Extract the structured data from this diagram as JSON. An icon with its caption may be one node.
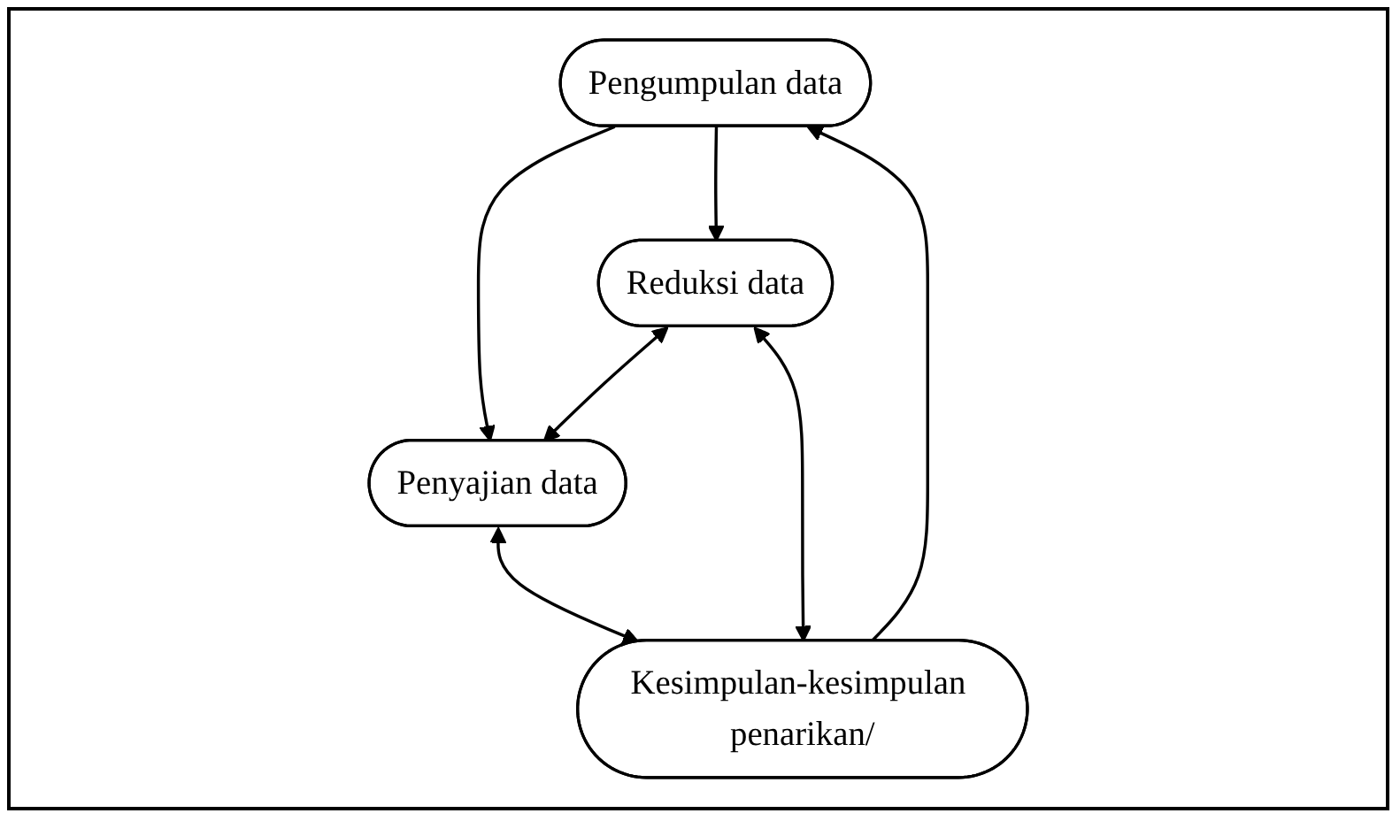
{
  "diagram": {
    "nodes": [
      {
        "text": [
          "Pengumpulan data"
        ]
      },
      {
        "text": [
          "Penyajian data"
        ]
      },
      {
        "text": [
          "Reduksi data"
        ]
      },
      {
        "text": [
          "Kesimpulan-kesimpulan penarikan/"
        ]
      }
    ],
    "edges": [
      {
        "from": 0,
        "to": 1,
        "arrow": "to"
      },
      {
        "from": 0,
        "to": 2,
        "arrow": "to"
      },
      {
        "from": 2,
        "to": 1,
        "arrow": "both"
      },
      {
        "from": 1,
        "to": 3,
        "arrow": "both"
      },
      {
        "from": 2,
        "to": 3,
        "arrow": "both"
      },
      {
        "from": 3,
        "to": 0,
        "arrow": "to"
      }
    ]
  }
}
